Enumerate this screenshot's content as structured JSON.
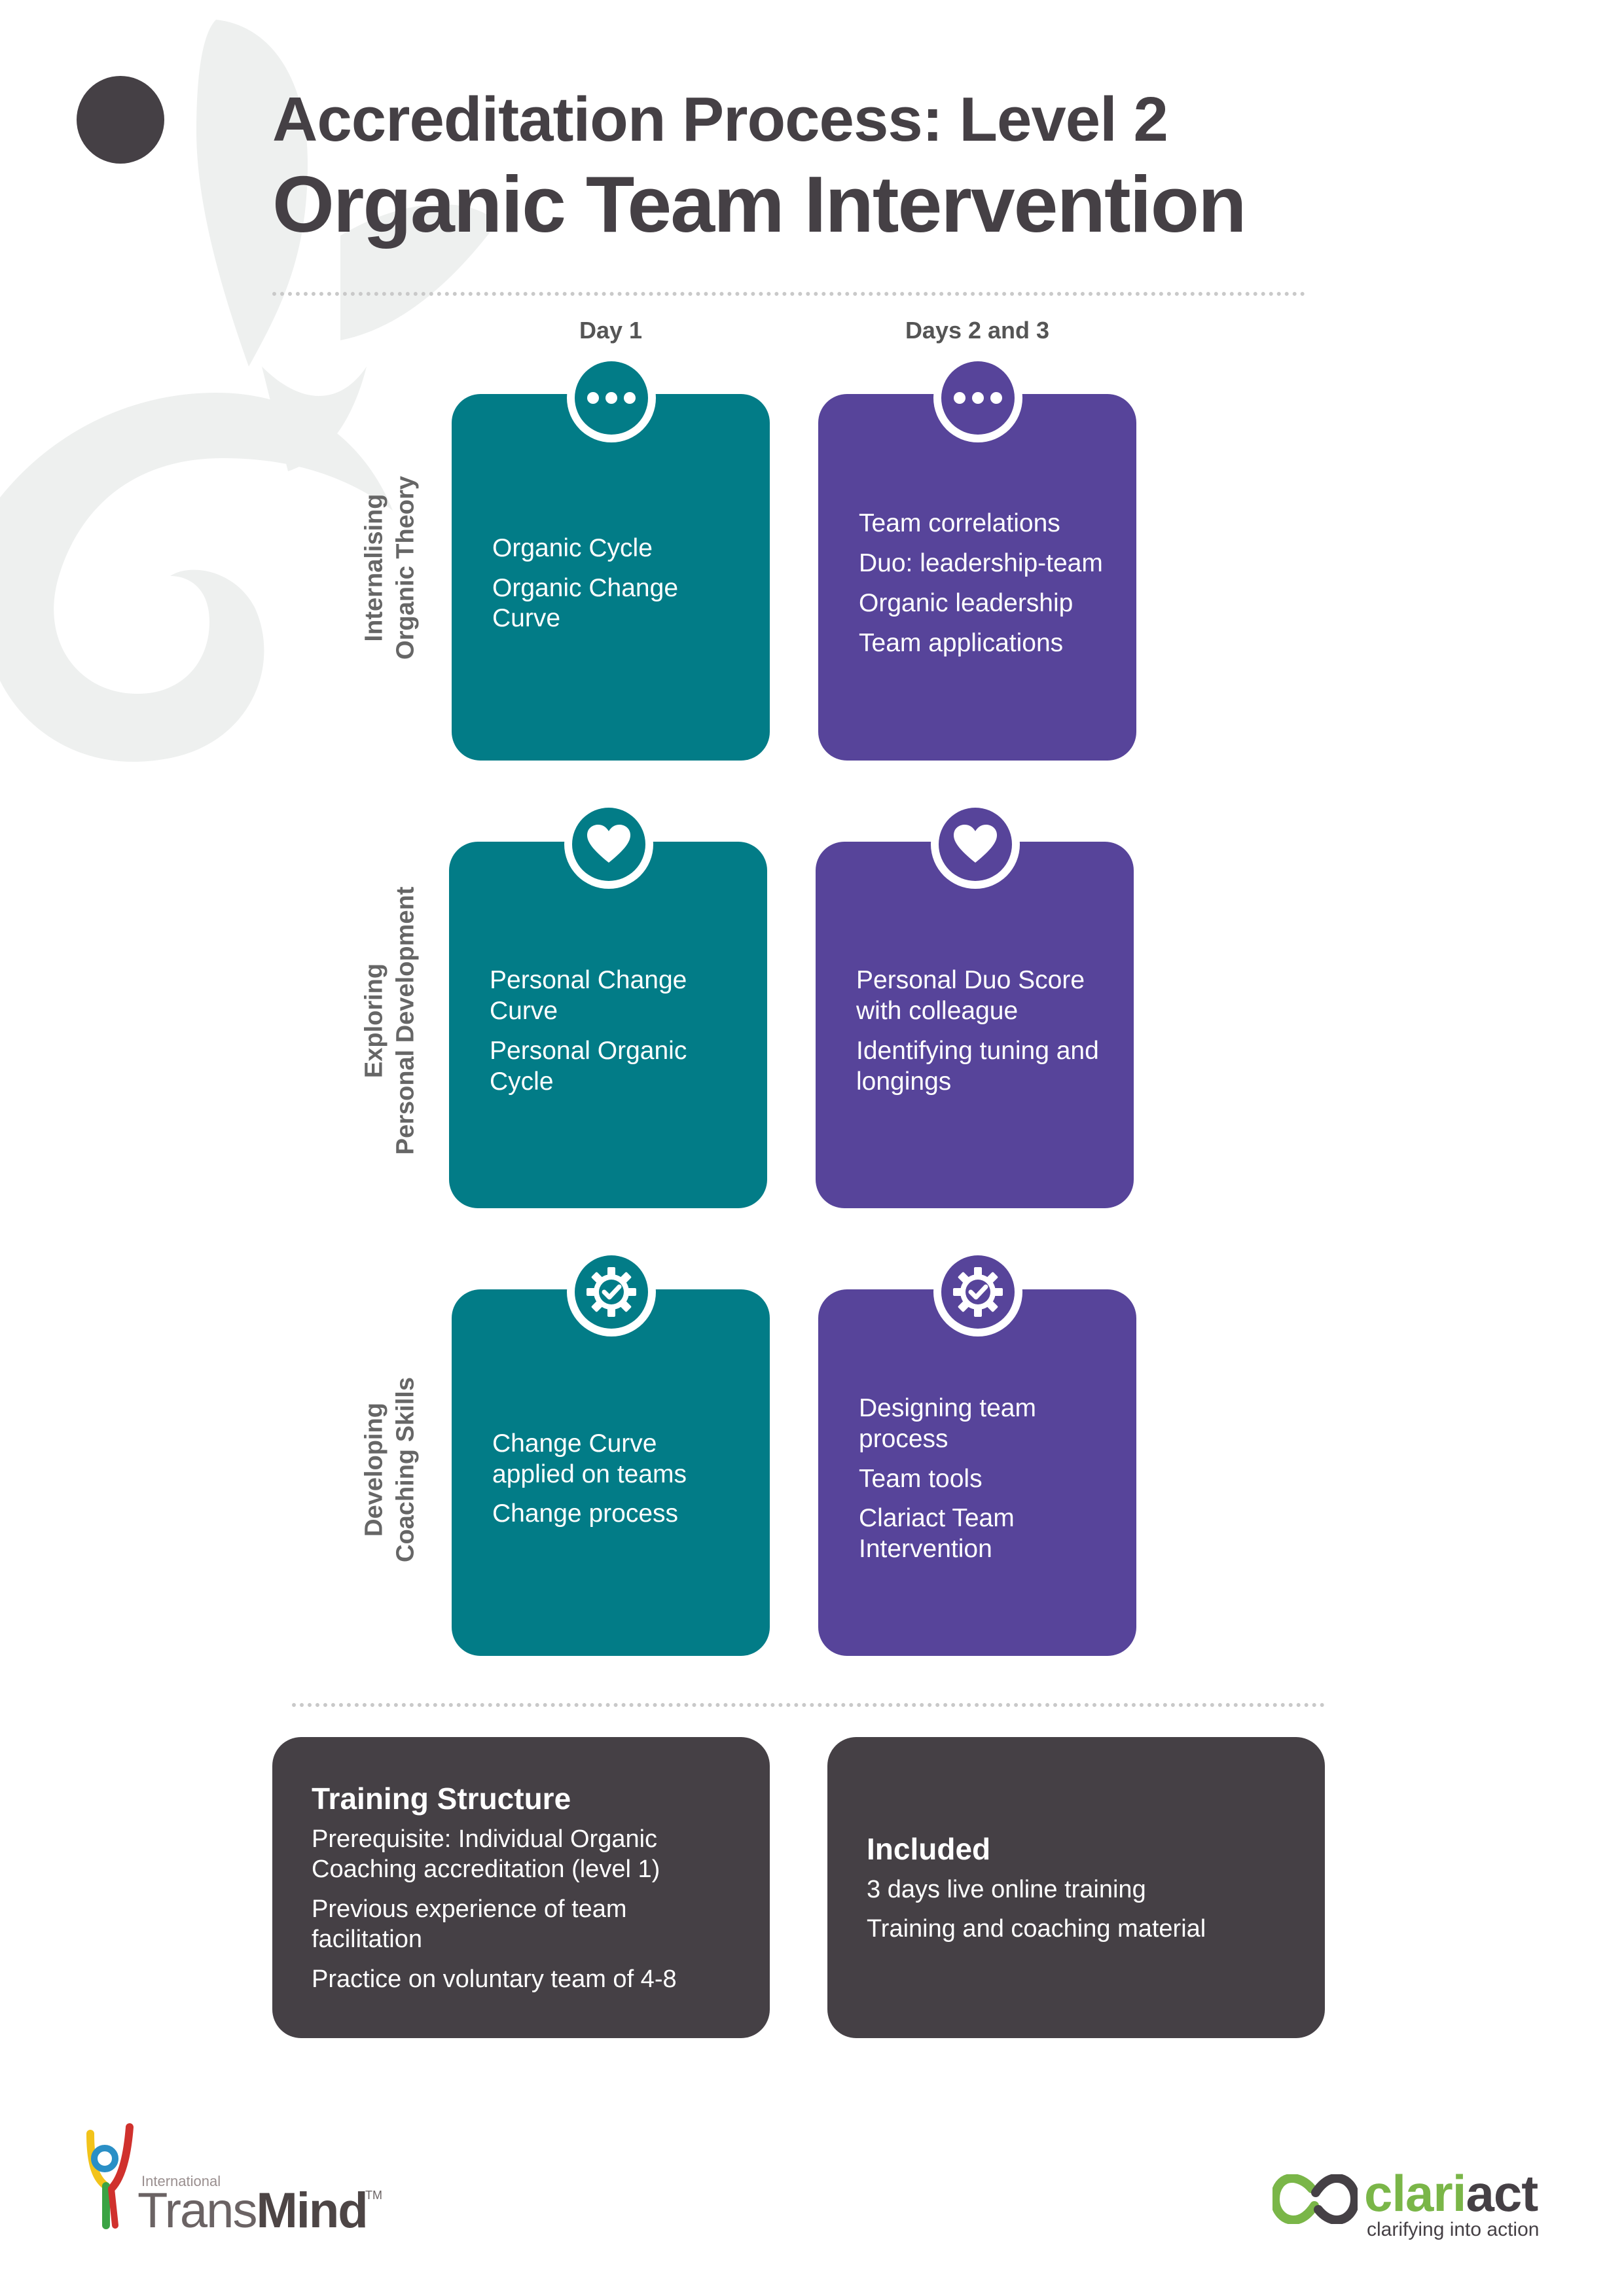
{
  "header": {
    "title_line1": "Accreditation Process: Level 2",
    "title_line2": "Organic Team Intervention"
  },
  "columns": [
    {
      "label": "Day 1"
    },
    {
      "label": "Days 2 and 3"
    }
  ],
  "rows": [
    {
      "label_line1": "Internalising",
      "label_line2": "Organic Theory",
      "icon": "dots-icon",
      "day1": [
        "Organic Cycle",
        "Organic Change Curve"
      ],
      "days23": [
        "Team correlations",
        "Duo: leadership-team",
        "Organic leadership",
        "Team applications"
      ]
    },
    {
      "label_line1": "Exploring",
      "label_line2": "Personal Development",
      "icon": "heart-icon",
      "day1": [
        "Personal Change Curve",
        "Personal Organic Cycle"
      ],
      "days23": [
        "Personal Duo Score with colleague",
        "Identifying tuning and longings"
      ]
    },
    {
      "label_line1": "Developing",
      "label_line2": "Coaching Skills",
      "icon": "gear-check-icon",
      "day1": [
        "Change Curve applied on teams",
        "Change process"
      ],
      "days23": [
        "Designing team process",
        "Team tools",
        "Clariact Team Intervention"
      ]
    }
  ],
  "training_structure": {
    "title": "Training Structure",
    "items": [
      "Prerequisite: Individual Organic Coaching accreditation (level 1)",
      "Previous experience of team facilitation",
      "Practice on voluntary team of 4-8"
    ]
  },
  "included": {
    "title": "Included",
    "items": [
      "3 days live online training",
      "Training and coaching material"
    ]
  },
  "logos": {
    "transmind_international": "International",
    "transmind_trans": "Trans",
    "transmind_mind": "Mind",
    "transmind_tm": "TM",
    "clariact_part1": "clari",
    "clariact_part2": "act",
    "clariact_tagline": "clarifying into action"
  },
  "colors": {
    "teal": "#027c87",
    "purple": "#57449a",
    "dark": "#454045",
    "green": "#7ab648"
  }
}
